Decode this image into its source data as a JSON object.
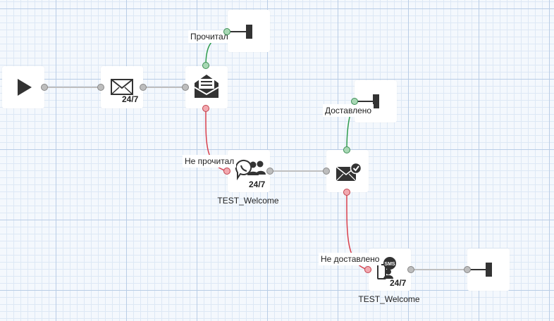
{
  "nodes": {
    "start": {
      "icon": "play-icon"
    },
    "email": {
      "icon": "envelope-icon",
      "badge": "24/7"
    },
    "email_read_check": {
      "icon": "open-envelope-icon"
    },
    "end_read": {
      "icon": "end-icon"
    },
    "viber": {
      "icon": "viber-users-icon",
      "badge": "24/7",
      "caption": "TEST_Welcome"
    },
    "delivery_check": {
      "icon": "envelope-check-icon"
    },
    "end_delivered": {
      "icon": "end-icon"
    },
    "sms": {
      "icon": "sms-users-icon",
      "badge": "24/7",
      "caption": "TEST_Welcome"
    },
    "end_sms": {
      "icon": "end-icon"
    }
  },
  "edge_labels": {
    "read": "Прочитал",
    "not_read": "Не прочитал",
    "delivered": "Доставлено",
    "not_delivered": "Не доставлено"
  },
  "colors": {
    "success": "#2e9c4e",
    "failure": "#d8404c",
    "neutral": "#bfbfbf",
    "icon": "#333333"
  }
}
